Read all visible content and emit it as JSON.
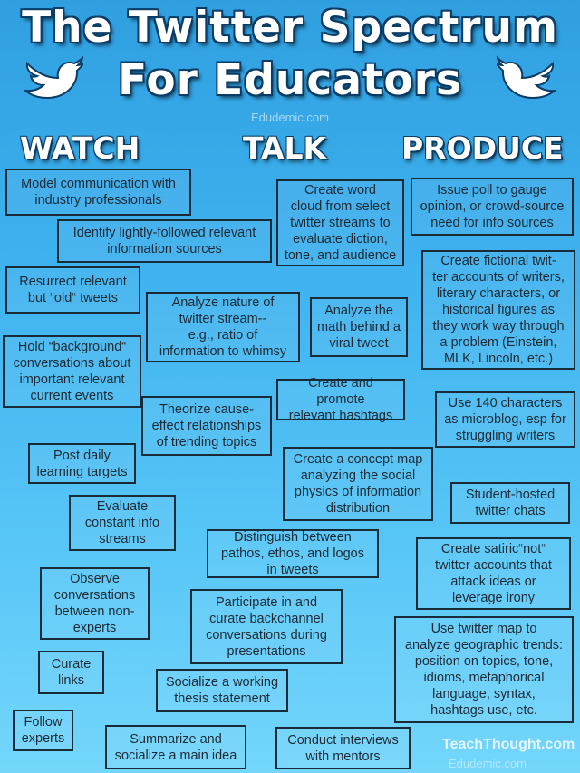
{
  "title": {
    "line1": "The Twitter Spectrum",
    "line2": "For Educators"
  },
  "credit_top": "Edudemic.com",
  "columns": {
    "watch": "WATCH",
    "talk": "TALK",
    "produce": "PRODUCE"
  },
  "icons": {
    "left": "twitter-bird-icon",
    "right": "twitter-bird-icon"
  },
  "colors": {
    "background_top": "#2f9fe0",
    "background_bottom": "#74d6fb",
    "box_border": "#1a2b38",
    "text": "#1d2a35"
  },
  "boxes": [
    {
      "text": "Model communication with\nindustry professionals"
    },
    {
      "text": "Identify lightly-followed relevant\ninformation sources"
    },
    {
      "text": "Resurrect relevant\nbut “old“ tweets"
    },
    {
      "text": "Analyze nature of\ntwitter stream--\ne.g., ratio of\ninformation to whimsy"
    },
    {
      "text": "Hold “background“\nconversations about\nimportant relevant\ncurrent events"
    },
    {
      "text": "Theorize cause-\neffect relationships\nof trending topics"
    },
    {
      "text": "Post daily\nlearning targets"
    },
    {
      "text": "Evaluate\nconstant info\nstreams"
    },
    {
      "text": "Distinguish between\npathos, ethos, and logos\nin tweets"
    },
    {
      "text": "Observe\nconversations\nbetween non-\nexperts"
    },
    {
      "text": "Participate in and\ncurate backchannel\nconversations during\npresentations"
    },
    {
      "text": "Curate\nlinks"
    },
    {
      "text": "Socialize a working\nthesis statement"
    },
    {
      "text": "Follow\nexperts"
    },
    {
      "text": "Summarize and\nsocialize a main idea"
    },
    {
      "text": "Create word\ncloud from select\ntwitter streams to\nevaluate diction,\ntone, and audience"
    },
    {
      "text": "Analyze the\nmath behind a\nviral tweet"
    },
    {
      "text": "Create and promote\nrelevant hashtags"
    },
    {
      "text": "Create a concept map\nanalyzing the social\nphysics of information\ndistribution"
    },
    {
      "text": "Conduct interviews\nwith mentors"
    },
    {
      "text": "Issue poll to gauge\nopinion, or crowd-source\nneed for info sources"
    },
    {
      "text": "Create fictional twit-\nter accounts of writers,\nliterary characters, or\nhistorical figures as\nthey work way through\na problem (Einstein,\nMLK, Lincoln, etc.)"
    },
    {
      "text": "Use 140 characters\nas microblog, esp for\nstruggling writers"
    },
    {
      "text": "Student-hosted\ntwitter chats"
    },
    {
      "text": "Create satiric“not“\ntwitter accounts that\nattack ideas or\nleverage irony"
    },
    {
      "text": "Use twitter map to\nanalyze geographic trends:\nposition on topics, tone,\nidioms, metaphorical\nlanguage,  syntax,\nhashtags use, etc."
    }
  ],
  "footer": {
    "brand": "TeachThought.com",
    "credit": "Edudemic.com"
  }
}
